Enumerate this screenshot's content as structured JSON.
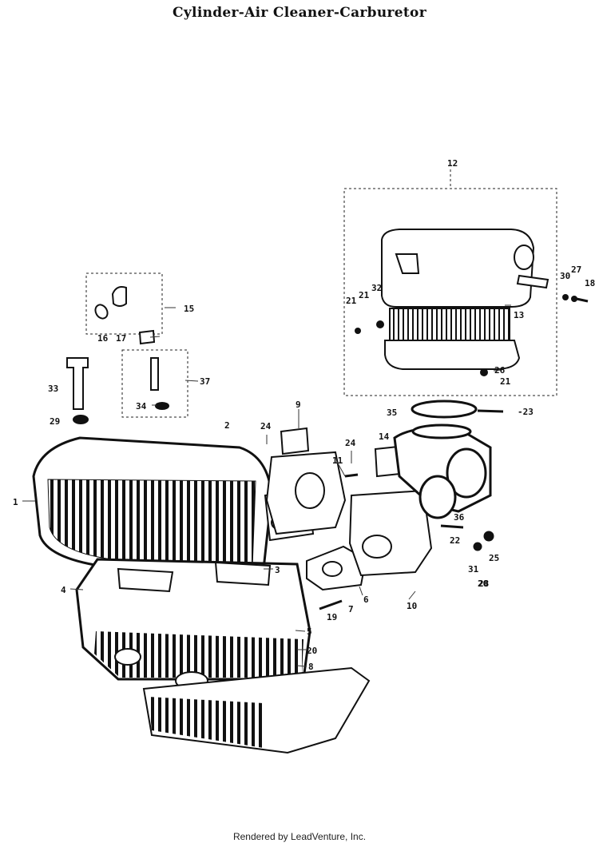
{
  "title": "Cylinder-Air Cleaner-Carburetor",
  "footer": "Rendered by LeadVenture, Inc.",
  "callouts": [
    {
      "id": "c1",
      "label": "1"
    },
    {
      "id": "c2",
      "label": "2"
    },
    {
      "id": "c3",
      "label": "3"
    },
    {
      "id": "c4",
      "label": "4"
    },
    {
      "id": "c5",
      "label": "5"
    },
    {
      "id": "c6",
      "label": "6"
    },
    {
      "id": "c7",
      "label": "7"
    },
    {
      "id": "c8",
      "label": "8"
    },
    {
      "id": "c9",
      "label": "9"
    },
    {
      "id": "c10",
      "label": "10"
    },
    {
      "id": "c11",
      "label": "11"
    },
    {
      "id": "c12",
      "label": "12"
    },
    {
      "id": "c13",
      "label": "13"
    },
    {
      "id": "c14",
      "label": "14"
    },
    {
      "id": "c15",
      "label": "15"
    },
    {
      "id": "c16",
      "label": "16"
    },
    {
      "id": "c17",
      "label": "17"
    },
    {
      "id": "c18",
      "label": "18"
    },
    {
      "id": "c19",
      "label": "19"
    },
    {
      "id": "c20a",
      "label": "20"
    },
    {
      "id": "c20b",
      "label": "20"
    },
    {
      "id": "c21a",
      "label": "21"
    },
    {
      "id": "c21b",
      "label": "21"
    },
    {
      "id": "c21c",
      "label": "21"
    },
    {
      "id": "c22",
      "label": "22"
    },
    {
      "id": "c23",
      "label": "-23"
    },
    {
      "id": "c24a",
      "label": "24"
    },
    {
      "id": "c24b",
      "label": "24"
    },
    {
      "id": "c25",
      "label": "25"
    },
    {
      "id": "c26",
      "label": "26"
    },
    {
      "id": "c27",
      "label": "27"
    },
    {
      "id": "c28",
      "label": "28"
    },
    {
      "id": "c29",
      "label": "29"
    },
    {
      "id": "c30",
      "label": "30"
    },
    {
      "id": "c31",
      "label": "31"
    },
    {
      "id": "c32",
      "label": "32"
    },
    {
      "id": "c33",
      "label": "33"
    },
    {
      "id": "c34",
      "label": "34"
    },
    {
      "id": "c35",
      "label": "35"
    },
    {
      "id": "c36",
      "label": "36"
    },
    {
      "id": "c37",
      "label": "37"
    }
  ]
}
